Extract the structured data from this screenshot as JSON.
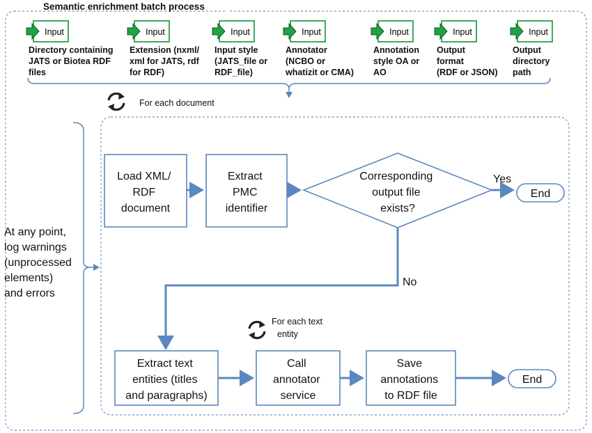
{
  "title": "Semantic enrichment batch process",
  "inputs": [
    {
      "label": "Input",
      "desc": [
        "Directory containing",
        "JATS or Biotea RDF",
        "files"
      ]
    },
    {
      "label": "Input",
      "desc": [
        "Extension (nxml/",
        "xml for JATS, rdf",
        "for RDF)"
      ]
    },
    {
      "label": "Input",
      "desc": [
        "Input style",
        "(JATS_file or",
        "RDF_file)"
      ]
    },
    {
      "label": "Input",
      "desc": [
        "Annotator",
        "(NCBO or",
        "whatizit or CMA)"
      ]
    },
    {
      "label": "Input",
      "desc": [
        "Annotation",
        "style OA or",
        "AO"
      ]
    },
    {
      "label": "Input",
      "desc": [
        "Output",
        "format",
        "(RDF or JSON)"
      ]
    },
    {
      "label": "Input",
      "desc": [
        "Output",
        "directory",
        "path"
      ]
    }
  ],
  "loop_document": "For each document",
  "loop_text": [
    "For each text",
    "entity"
  ],
  "side_note": [
    "At any point,",
    "log warnings",
    "(unprocessed",
    "elements)",
    "and errors"
  ],
  "steps": {
    "load": [
      "Load XML/",
      "RDF",
      "document"
    ],
    "extract_pmc": [
      "Extract",
      "PMC",
      "identifier"
    ],
    "decision": [
      "Corresponding",
      "output file",
      "exists?"
    ],
    "extract_text": [
      "Extract text",
      "entities (titles",
      "and paragraphs)"
    ],
    "call_annotator": [
      "Call",
      "annotator",
      "service"
    ],
    "save": [
      "Save",
      "annotations",
      "to RDF file"
    ]
  },
  "yes_label": "Yes",
  "no_label": "No",
  "end_label": "End",
  "colors": {
    "flow": "#5b87c0",
    "input_arrow": "#1fa346",
    "input_border": "#2e9e4a"
  }
}
